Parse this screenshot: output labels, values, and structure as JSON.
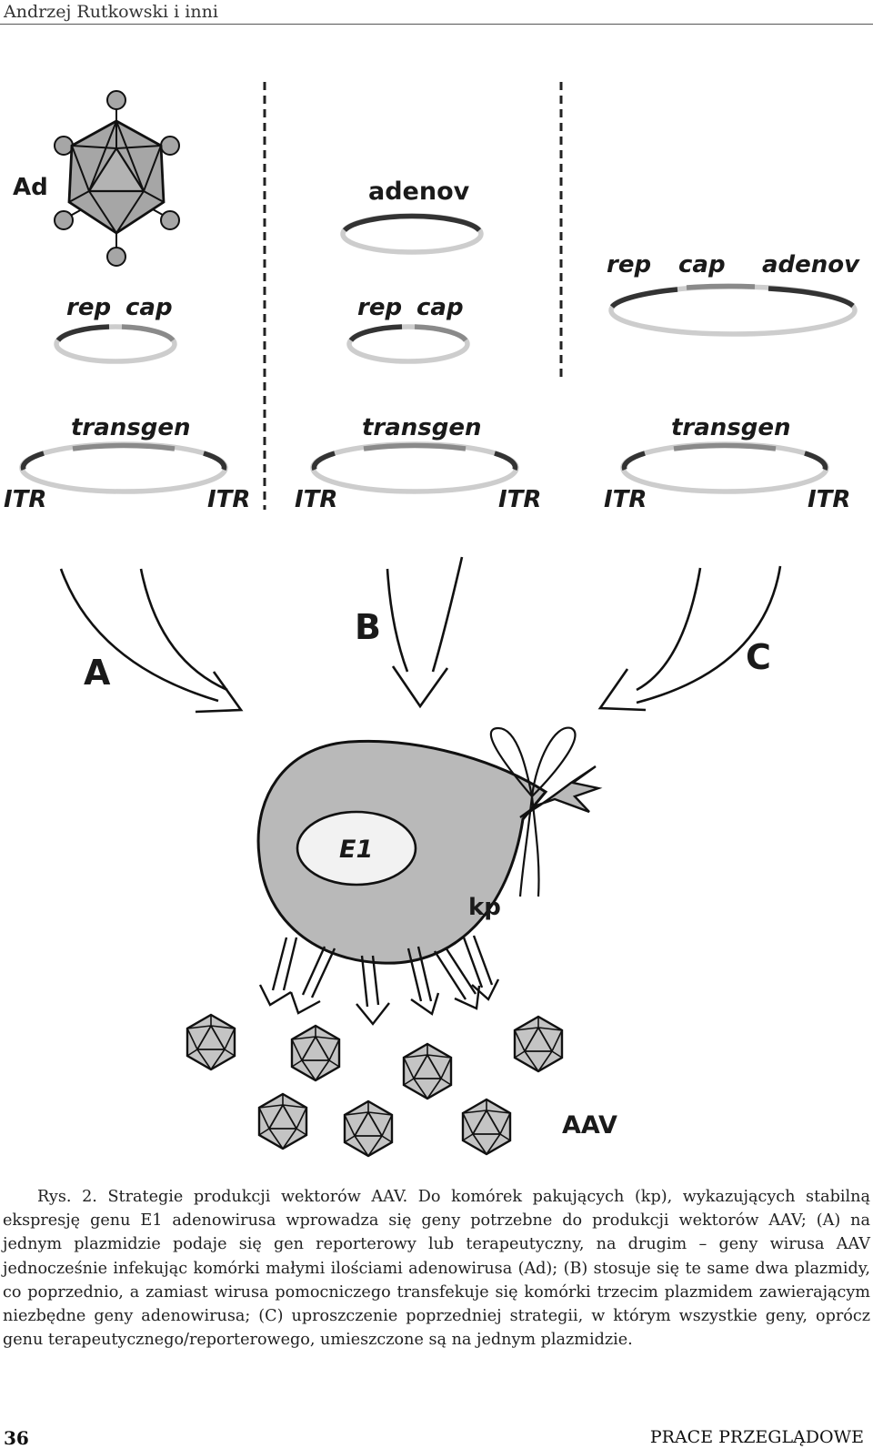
{
  "header": {
    "running_head": "Andrzej Rutkowski i inni"
  },
  "figure": {
    "labels": {
      "ad": "Ad",
      "adenov": "adenov",
      "rep": "rep",
      "cap": "cap",
      "transgen": "transgen",
      "itr": "ITR",
      "method_a": "A",
      "method_b": "B",
      "method_c": "C",
      "e1": "E1",
      "kp": "kp",
      "aav": "AAV"
    },
    "colors": {
      "capsid_fill": "#a6a6a6",
      "cell_fill": "#b9b9b9",
      "plasmid_ring": "#cdcdcd",
      "gene_segment": "#333333",
      "aav_fill": "#c4c4c4"
    }
  },
  "caption": {
    "text": "Rys. 2. Strategie produkcji wektorów AAV. Do komórek pakujących (kp), wykazujących stabilną ekspresję genu E1 adenowirusa wprowadza się geny potrzebne do produkcji wektorów AAV; (A) na jednym plazmidzie podaje się gen reporterowy lub terapeutyczny, na drugim – geny wirusa AAV jednocześnie infekując komórki małymi ilościami adenowirusa (Ad); (B) stosuje się te same dwa plazmidy, co poprzednio, a zamiast wirusa pomocniczego transfekuje się komórki trzecim plazmidem zawierającym niezbędne geny adenowirusa; (C) uproszczenie poprzedniej strategii, w którym wszystkie geny, oprócz genu terapeutycznego/reporterowego, umieszczone są na jednym plazmidzie."
  },
  "footer": {
    "page_number": "36",
    "section": "PRACE PRZEGLĄDOWE"
  }
}
